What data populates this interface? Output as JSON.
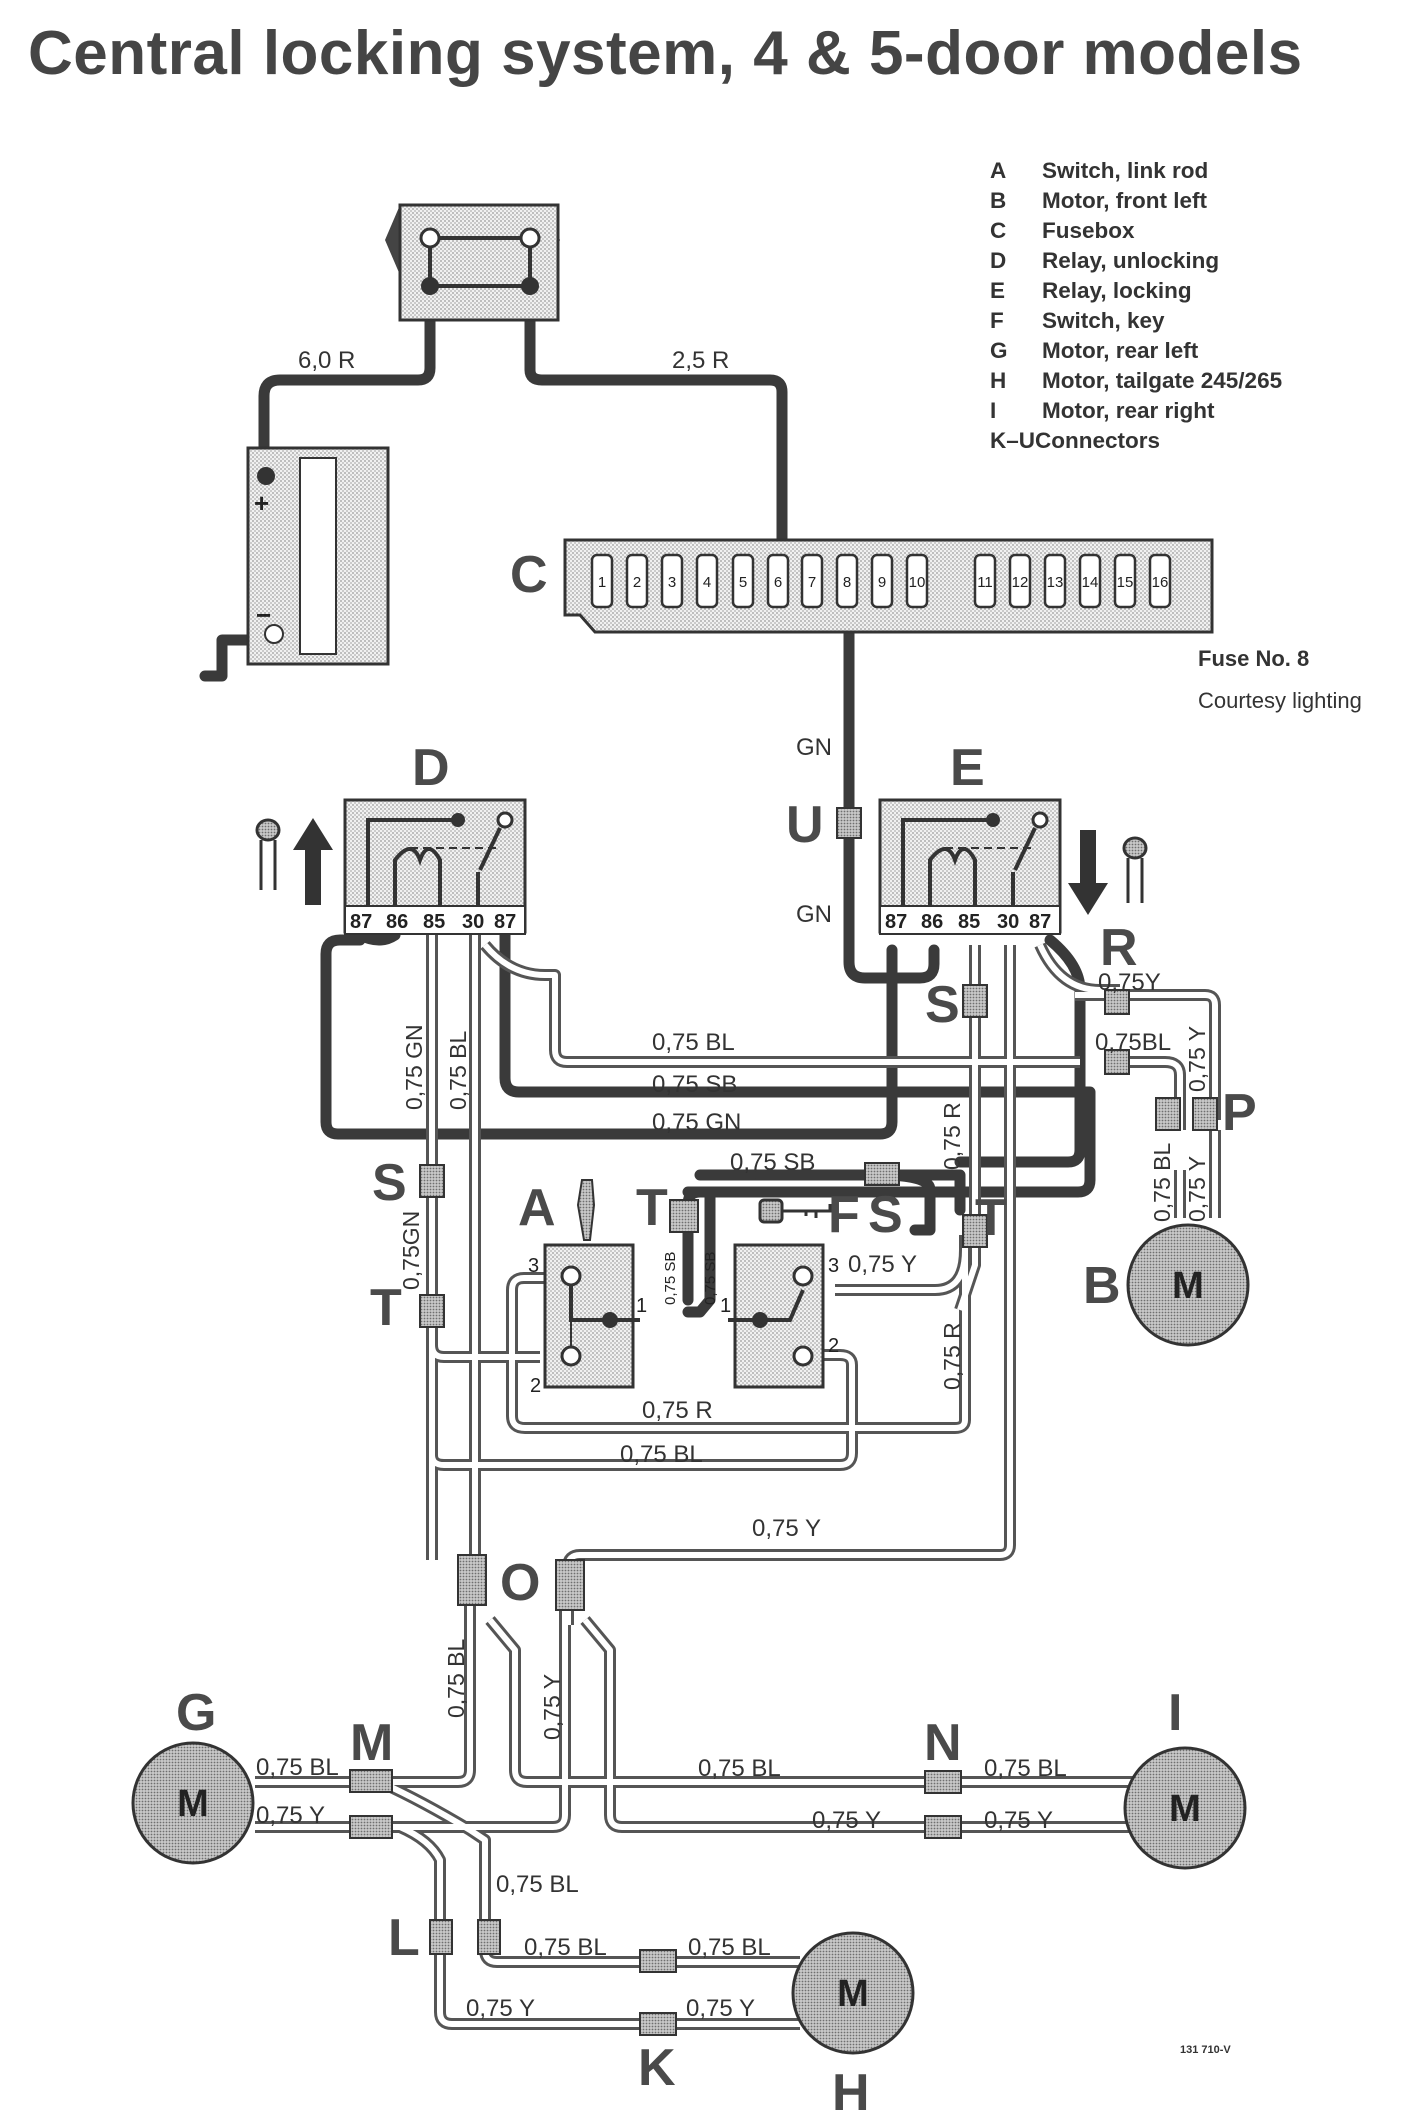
{
  "title": "Central locking system, 4 & 5-door models",
  "legend": [
    {
      "key": "A",
      "text": "Switch, link rod"
    },
    {
      "key": "B",
      "text": "Motor, front left"
    },
    {
      "key": "C",
      "text": "Fusebox"
    },
    {
      "key": "D",
      "text": "Relay, unlocking"
    },
    {
      "key": "E",
      "text": "Relay, locking"
    },
    {
      "key": "F",
      "text": "Switch, key"
    },
    {
      "key": "G",
      "text": "Motor, rear left"
    },
    {
      "key": "H",
      "text": "Motor, tailgate 245/265"
    },
    {
      "key": "I",
      "text": "Motor, rear right"
    },
    {
      "key": "K–U",
      "text": "Connectors"
    }
  ],
  "fuse_note": {
    "title": "Fuse No. 8",
    "desc": "Courtesy lighting"
  },
  "component_letters": {
    "A": "A",
    "B": "B",
    "C": "C",
    "D": "D",
    "E": "E",
    "F": "F",
    "G": "G",
    "H": "H",
    "I": "I",
    "K": "K",
    "L": "L",
    "M": "M",
    "N": "N",
    "O": "O",
    "P": "P",
    "R": "R",
    "S": "S",
    "T": "T",
    "U": "U"
  },
  "fuse_numbers": [
    "1",
    "2",
    "3",
    "4",
    "5",
    "6",
    "7",
    "8",
    "9",
    "10",
    "11",
    "12",
    "13",
    "14",
    "15",
    "16"
  ],
  "relay_pins": [
    "87",
    "86",
    "85",
    "30",
    "87"
  ],
  "motor_label": "M",
  "battery": {
    "plus": "+",
    "minus": "−"
  },
  "switch_pins": {
    "p1": "1",
    "p2": "2",
    "p3": "3"
  },
  "wire_labels": {
    "w60r": "6,0 R",
    "w25r": "2,5 R",
    "gn": "GN",
    "bl075": "0,75 BL",
    "sb075": "0,75 SB",
    "gn075": "0,75 GN",
    "y075": "0,75 Y",
    "r075": "0,75 R",
    "y075b": "0,75Y",
    "bl075b": "0,75BL",
    "blv": "0,75 BL",
    "gnv": "0,75 GN",
    "rv": "0,75 R",
    "yv": "0,75 Y",
    "sbv": "0,75 SB",
    "gnv2": "0,75GN"
  },
  "figure_code": "131 710-V"
}
